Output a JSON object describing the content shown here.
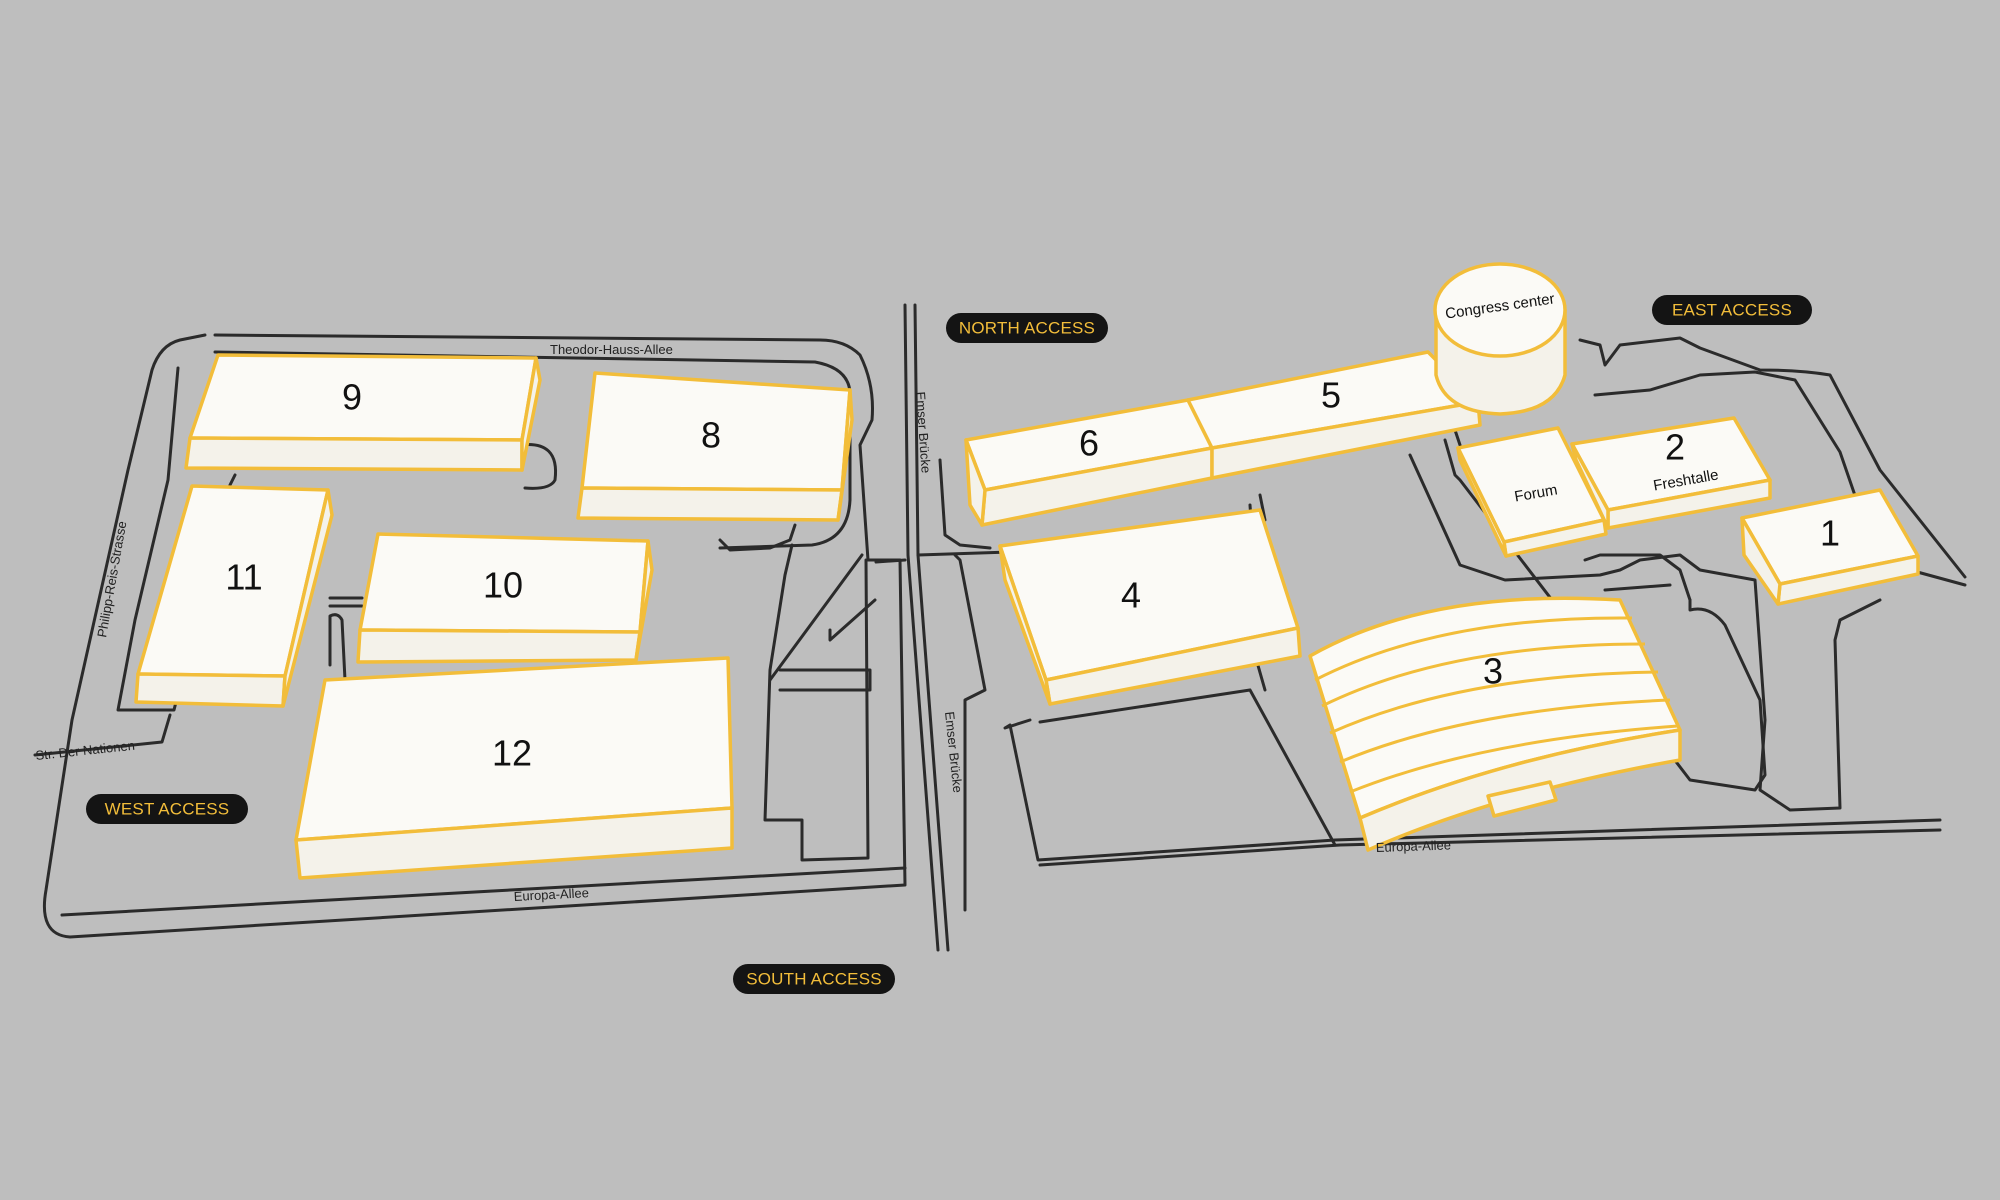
{
  "halls": {
    "h1": "1",
    "h2": "2",
    "h2_sub": "Freshtalle",
    "h3": "3",
    "h4": "4",
    "h5": "5",
    "h6": "6",
    "h8": "8",
    "h9": "9",
    "h10": "10",
    "h11": "11",
    "h12": "12",
    "forum": "Forum",
    "congress": "Congress center"
  },
  "streets": {
    "theodor": "Theodor-Hauss-Allee",
    "philipp": "Philipp-Reis-Strasse",
    "nationen": "Str. Der Nationen",
    "europa_west": "Europa-Allee",
    "europa_east": "Europa-Allee",
    "emser_north": "Emser Brücke",
    "emser_south": "Emser Brücke"
  },
  "access": {
    "north": "NORTH ACCESS",
    "east": "EAST ACCESS",
    "west": "WEST ACCESS",
    "south": "SOUTH ACCESS"
  },
  "colors": {
    "background": "#bebebe",
    "hall_outline": "#f2bd3a",
    "hall_fill": "#fbfaf6",
    "road": "#2b2b2b",
    "access_badge": "#141414",
    "access_text": "#f2bd3a"
  }
}
